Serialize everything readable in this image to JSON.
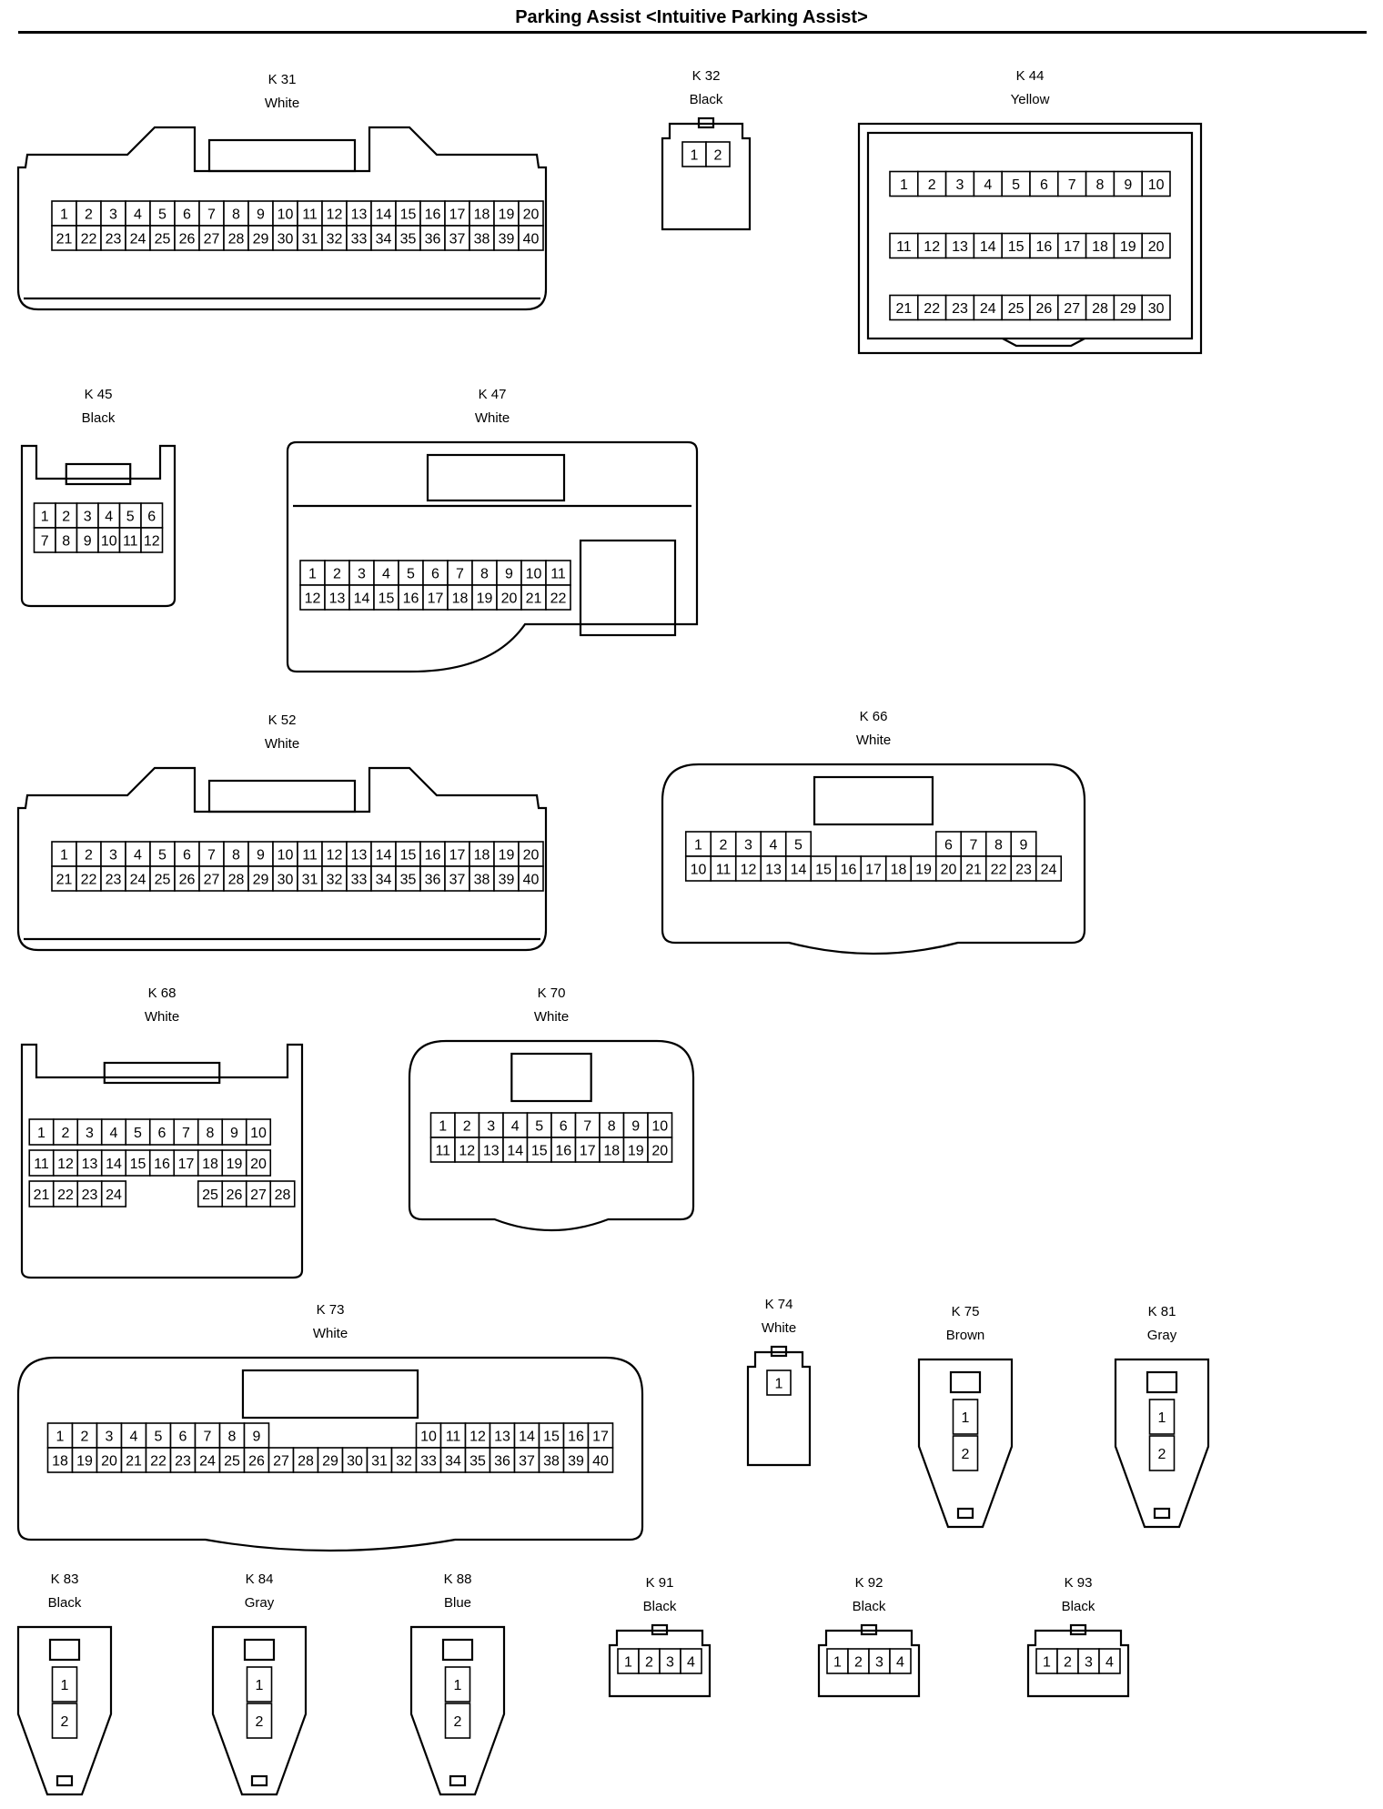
{
  "page": {
    "title": "Parking Assist <Intuitive Parking Assist>"
  },
  "connectors": [
    {
      "id": "K 31",
      "color": "White",
      "type": "wide",
      "rows": [
        [
          "1",
          "2",
          "3",
          "4",
          "5",
          "6",
          "7",
          "8",
          "9",
          "10",
          "11",
          "12",
          "13",
          "14",
          "15",
          "16",
          "17",
          "18",
          "19",
          "20"
        ],
        [
          "21",
          "22",
          "23",
          "24",
          "25",
          "26",
          "27",
          "28",
          "29",
          "30",
          "31",
          "32",
          "33",
          "34",
          "35",
          "36",
          "37",
          "38",
          "39",
          "40"
        ]
      ]
    },
    {
      "id": "K 32",
      "color": "Black",
      "type": "small",
      "rows": [
        [
          "1",
          "2"
        ]
      ]
    },
    {
      "id": "K 44",
      "color": "Yellow",
      "type": "box",
      "rows": [
        [
          "1",
          "2",
          "3",
          "4",
          "5",
          "6",
          "7",
          "8",
          "9",
          "10"
        ],
        [
          "11",
          "12",
          "13",
          "14",
          "15",
          "16",
          "17",
          "18",
          "19",
          "20"
        ],
        [
          "21",
          "22",
          "23",
          "24",
          "25",
          "26",
          "27",
          "28",
          "29",
          "30"
        ]
      ]
    },
    {
      "id": "K 45",
      "color": "Black",
      "type": "latched",
      "rows": [
        [
          "1",
          "2",
          "3",
          "4",
          "5",
          "6"
        ],
        [
          "7",
          "8",
          "9",
          "10",
          "11",
          "12"
        ]
      ]
    },
    {
      "id": "K 47",
      "color": "White",
      "type": "housing",
      "rows": [
        [
          "1",
          "2",
          "3",
          "4",
          "5",
          "6",
          "7",
          "8",
          "9",
          "10",
          "11"
        ],
        [
          "12",
          "13",
          "14",
          "15",
          "16",
          "17",
          "18",
          "19",
          "20",
          "21",
          "22"
        ]
      ]
    },
    {
      "id": "K 52",
      "color": "White",
      "type": "wide",
      "rows": [
        [
          "1",
          "2",
          "3",
          "4",
          "5",
          "6",
          "7",
          "8",
          "9",
          "10",
          "11",
          "12",
          "13",
          "14",
          "15",
          "16",
          "17",
          "18",
          "19",
          "20"
        ],
        [
          "21",
          "22",
          "23",
          "24",
          "25",
          "26",
          "27",
          "28",
          "29",
          "30",
          "31",
          "32",
          "33",
          "34",
          "35",
          "36",
          "37",
          "38",
          "39",
          "40"
        ]
      ]
    },
    {
      "id": "K 66",
      "color": "White",
      "type": "rounded",
      "rows": [
        [
          "1",
          "2",
          "3",
          "4",
          "5",
          "",
          "",
          "",
          "",
          "",
          "6",
          "7",
          "8",
          "9"
        ],
        [
          "10",
          "11",
          "12",
          "13",
          "14",
          "15",
          "16",
          "17",
          "18",
          "19",
          "20",
          "21",
          "22",
          "23",
          "24"
        ]
      ]
    },
    {
      "id": "K 68",
      "color": "White",
      "type": "latched",
      "rows": [
        [
          "1",
          "2",
          "3",
          "4",
          "5",
          "6",
          "7",
          "8",
          "9",
          "10"
        ],
        [
          "11",
          "12",
          "13",
          "14",
          "15",
          "16",
          "17",
          "18",
          "19",
          "20"
        ],
        [
          "21",
          "22",
          "23",
          "24",
          "",
          "",
          "",
          "25",
          "26",
          "27",
          "28"
        ]
      ]
    },
    {
      "id": "K 70",
      "color": "White",
      "type": "rounded",
      "rows": [
        [
          "1",
          "2",
          "3",
          "4",
          "5",
          "6",
          "7",
          "8",
          "9",
          "10"
        ],
        [
          "11",
          "12",
          "13",
          "14",
          "15",
          "16",
          "17",
          "18",
          "19",
          "20"
        ]
      ]
    },
    {
      "id": "K 73",
      "color": "White",
      "type": "rounded",
      "rows": [
        [
          "1",
          "2",
          "3",
          "4",
          "5",
          "6",
          "7",
          "8",
          "9",
          "",
          "",
          "",
          "",
          "",
          "",
          "10",
          "11",
          "12",
          "13",
          "14",
          "15",
          "16",
          "17"
        ],
        [
          "18",
          "19",
          "20",
          "21",
          "22",
          "23",
          "24",
          "25",
          "26",
          "27",
          "28",
          "29",
          "30",
          "31",
          "32",
          "33",
          "34",
          "35",
          "36",
          "37",
          "38",
          "39",
          "40"
        ]
      ]
    },
    {
      "id": "K 74",
      "color": "White",
      "type": "small",
      "rows": [
        [
          "1"
        ]
      ]
    },
    {
      "id": "K 75",
      "color": "Brown",
      "type": "vertical",
      "rows": [
        [
          "1"
        ],
        [
          "2"
        ]
      ]
    },
    {
      "id": "K 81",
      "color": "Gray",
      "type": "vertical",
      "rows": [
        [
          "1"
        ],
        [
          "2"
        ]
      ]
    },
    {
      "id": "K 83",
      "color": "Black",
      "type": "vertical",
      "rows": [
        [
          "1"
        ],
        [
          "2"
        ]
      ]
    },
    {
      "id": "K 84",
      "color": "Gray",
      "type": "vertical",
      "rows": [
        [
          "1"
        ],
        [
          "2"
        ]
      ]
    },
    {
      "id": "K 88",
      "color": "Blue",
      "type": "vertical",
      "rows": [
        [
          "1"
        ],
        [
          "2"
        ]
      ]
    },
    {
      "id": "K 91",
      "color": "Black",
      "type": "small",
      "rows": [
        [
          "1",
          "2",
          "3",
          "4"
        ]
      ]
    },
    {
      "id": "K 92",
      "color": "Black",
      "type": "small",
      "rows": [
        [
          "1",
          "2",
          "3",
          "4"
        ]
      ]
    },
    {
      "id": "K 93",
      "color": "Black",
      "type": "small",
      "rows": [
        [
          "1",
          "2",
          "3",
          "4"
        ]
      ]
    }
  ]
}
